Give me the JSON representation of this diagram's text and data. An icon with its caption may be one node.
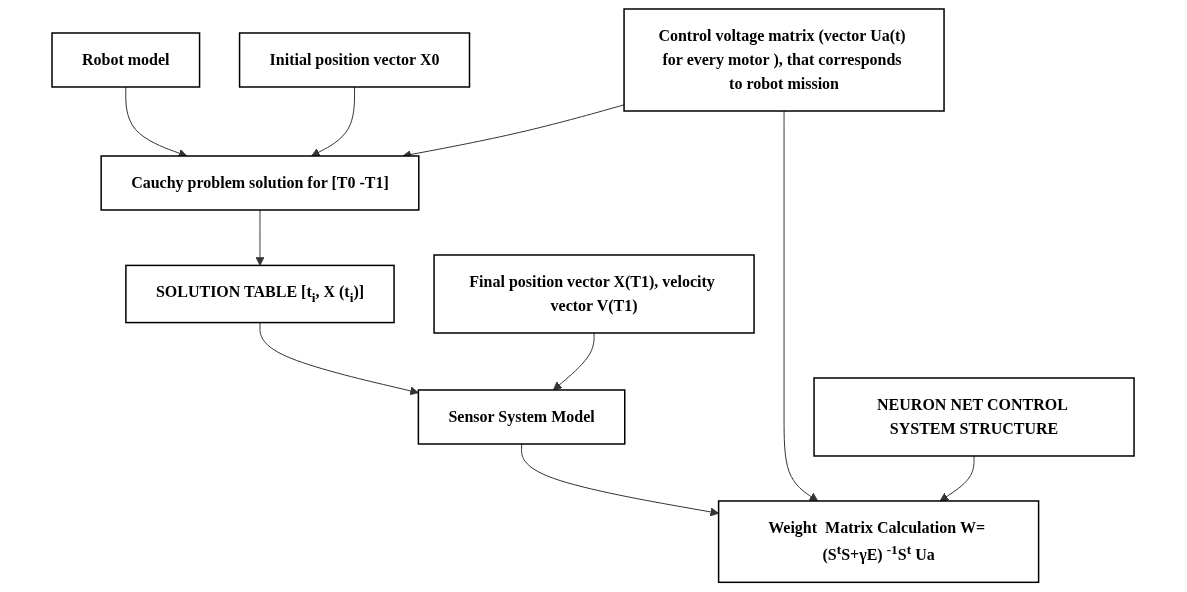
{
  "diagram": {
    "nodes": [
      {
        "text": [
          "Robot model"
        ]
      },
      {
        "text": [
          "Initial position vector X0"
        ]
      },
      {
        "text": [
          "Cauchy problem solution for [T0 -T1]"
        ]
      },
      {
        "text": [
          "Control voltage matrix (vector Ua(t) for every motor ), that corresponds to robot mission"
        ]
      },
      {
        "text": [
          "SOLUTION TABLE [t$_{i}$, X (t$_{i}$)]"
        ]
      },
      {
        "text": [
          "Final position vector X(T1), velocity vector V(T1)"
        ]
      },
      {
        "text": [
          "Sensor System Model"
        ]
      },
      {
        "text": [
          "NEURON NET CONTROL SYSTEM STRUCTURE"
        ]
      },
      {
        "text": [
          "Weight  Matrix Calculation W= (S$^{t}$S+γE) $^{-1}$S$^{t}$ Ua"
        ]
      }
    ],
    "edges": [
      {
        "from": 0,
        "to": 2,
        "arrow": "to"
      },
      {
        "from": 1,
        "to": 2,
        "arrow": "to"
      },
      {
        "from": 3,
        "to": 2,
        "arrow": "to"
      },
      {
        "from": 2,
        "to": 4,
        "arrow": "to"
      },
      {
        "from": 4,
        "to": 6,
        "arrow": "to"
      },
      {
        "from": 5,
        "to": 6,
        "arrow": "to"
      },
      {
        "from": 6,
        "to": 8,
        "arrow": "to"
      },
      {
        "from": 3,
        "to": 8,
        "arrow": "to"
      },
      {
        "from": 7,
        "to": 8,
        "arrow": "to"
      }
    ]
  }
}
